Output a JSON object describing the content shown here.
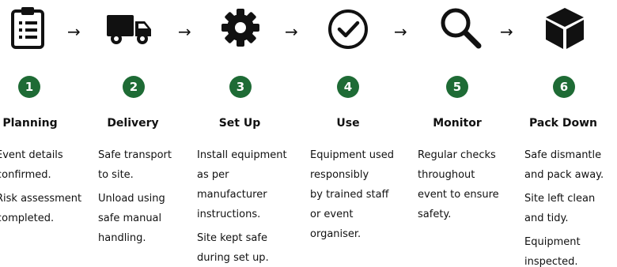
{
  "accent": "#1e6b35",
  "arrow_glyph": "→",
  "steps": [
    {
      "number": "1",
      "title": "Planning",
      "icon": "clipboard-icon",
      "paragraphs": [
        [
          "Event details",
          "confirmed."
        ],
        [
          "Risk assessment",
          "completed."
        ]
      ]
    },
    {
      "number": "2",
      "title": "Delivery",
      "icon": "truck-icon",
      "paragraphs": [
        [
          "Safe transport",
          "to site."
        ],
        [
          "Unload using",
          "safe manual",
          "handling."
        ]
      ]
    },
    {
      "number": "3",
      "title": "Set Up",
      "icon": "gear-icon",
      "paragraphs": [
        [
          "Install equipment",
          "as per",
          "manufacturer",
          "instructions."
        ],
        [
          "Site kept safe",
          "during set up."
        ]
      ]
    },
    {
      "number": "4",
      "title": "Use",
      "icon": "check-circle-icon",
      "paragraphs": [
        [
          "Equipment used",
          "responsibly",
          "by trained staff",
          "or event",
          "organiser."
        ]
      ]
    },
    {
      "number": "5",
      "title": "Monitor",
      "icon": "magnifier-icon",
      "paragraphs": [
        [
          "Regular checks",
          "throughout",
          "event to ensure",
          "safety."
        ]
      ]
    },
    {
      "number": "6",
      "title": "Pack Down",
      "icon": "box-icon",
      "paragraphs": [
        [
          "Safe dismantle",
          "and pack away."
        ],
        [
          "Site left clean",
          "and tidy."
        ],
        [
          "Equipment",
          "inspected."
        ]
      ]
    }
  ]
}
